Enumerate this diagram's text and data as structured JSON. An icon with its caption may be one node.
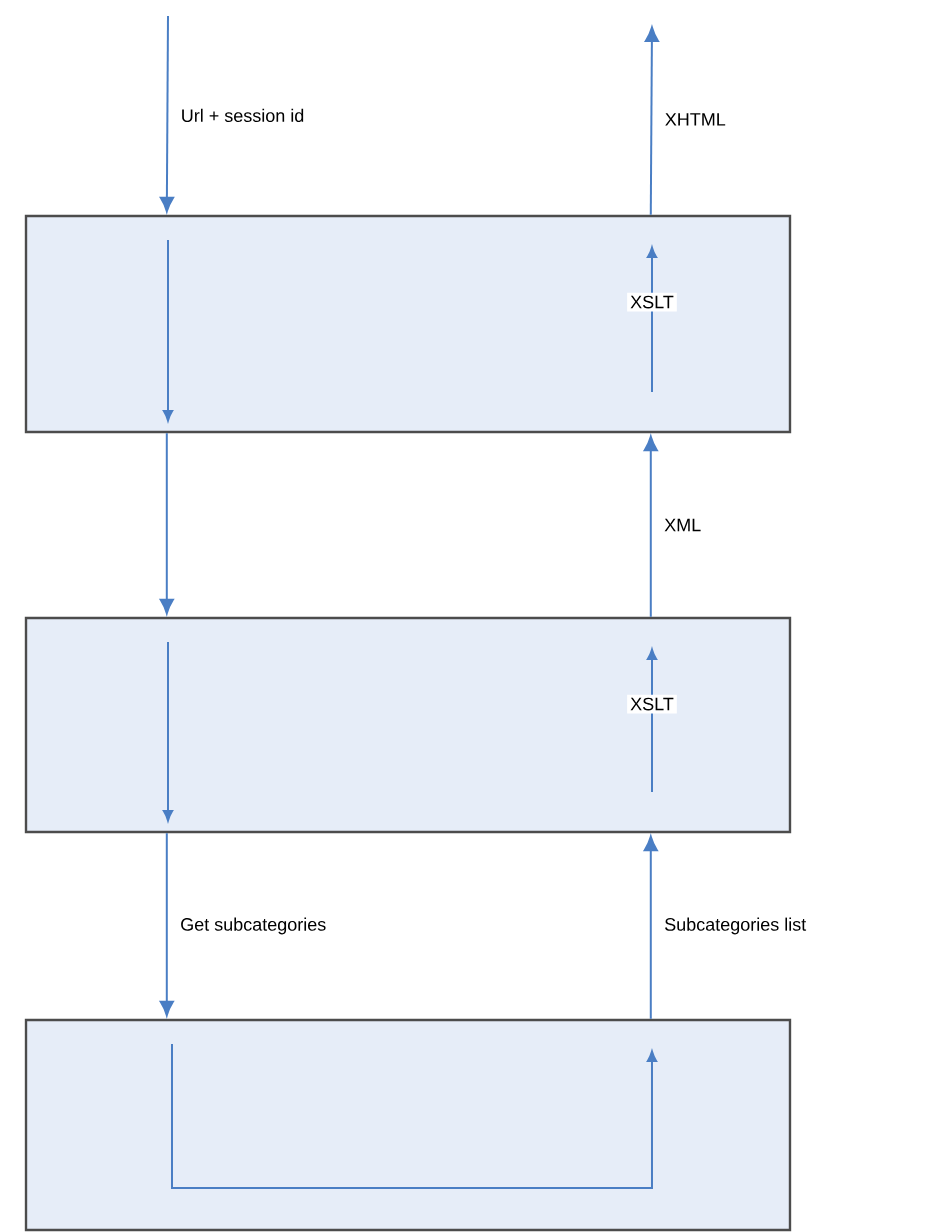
{
  "diagram": {
    "nodes": [
      {
        "text": [],
        "shape": "box"
      },
      {
        "text": [],
        "shape": "box"
      },
      {
        "text": [],
        "shape": "box"
      }
    ],
    "edges": [
      {
        "from": null,
        "to": 0,
        "arrow": "to",
        "label": "Url + session id"
      },
      {
        "from": 0,
        "to": 1,
        "arrow": "to"
      },
      {
        "from": 1,
        "to": 0,
        "arrow": "to",
        "label": "XML"
      },
      {
        "from": 0,
        "to": null,
        "arrow": "to",
        "label": "XHTML"
      },
      {
        "from": 1,
        "to": 2,
        "arrow": "to",
        "label": "Get subcategories"
      },
      {
        "from": 2,
        "to": 1,
        "arrow": "to",
        "label": "Subcategories list"
      }
    ],
    "labels": [
      "XSLT",
      "XSLT"
    ]
  }
}
